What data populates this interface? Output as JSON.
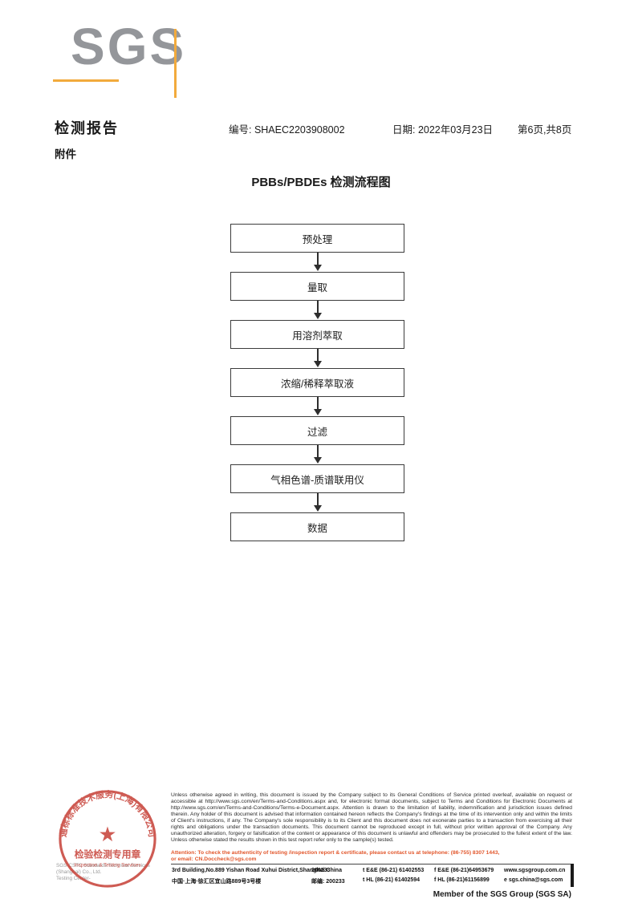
{
  "header": {
    "logo": "SGS",
    "title": "检测报告",
    "report_no": "编号: SHAEC2203908002",
    "date": "日期: 2022年03月23日",
    "pagination": "第6页,共8页",
    "attachment": "附件"
  },
  "flowchart": {
    "title": "PBBs/PBDEs 检测流程图",
    "steps": [
      "预处理",
      "量取",
      "用溶剂萃取",
      "浓缩/稀释萃取液",
      "过滤",
      "气相色谱-质谱联用仪",
      "数据"
    ]
  },
  "stamp": {
    "ring_text": "通标标准技术服务(上海)有限公司",
    "star": "★",
    "line1": "检验检测专用章",
    "line2": "Inspection & Testing Services"
  },
  "company_gray": {
    "line1": "SGS-CSTC Standards Technical Services (Shanghai) Co., Ltd.",
    "line2": "Testing Center-"
  },
  "footer": {
    "legal": "Unless otherwise agreed in writing, this document is issued by the Company subject to its General Conditions of Service printed overleaf, available on request or accessible at http://www.sgs.com/en/Terms-and-Conditions.aspx and, for electronic format documents, subject to Terms and Conditions for Electronic Documents at http://www.sgs.com/en/Terms-and-Conditions/Terms-e-Document.aspx. Attention is drawn to the limitation of liability, indemnification and jurisdiction issues defined therein. Any holder of this document is advised that information contained hereon reflects the Company's findings at the time of its intervention only and within the limits of Client's instructions, if any. The Company's sole responsibility is to its Client and this document does not exonerate parties to a transaction from exercising all their rights and obligations under the transaction documents. This document cannot be reproduced except in full, without prior written approval of the Company. Any unauthorized alteration, forgery or falsification of the content or appearance of this document is unlawful and offenders may be prosecuted to the fullest extent of the law. Unless otherwise stated the results shown in this test report refer only to the sample(s) tested.",
    "attention_line1": "Attention: To check the authenticity of testing /inspection report & certificate, please contact us at telephone: (86-755) 8307 1443,",
    "attention_line2": "or email: CN.Doccheck@sgs.com",
    "address_en": "3rd Building,No.889 Yishan Road Xuhui District,Shanghai China",
    "postcode_en": "200233",
    "tel_en": "t E&E (86-21) 61402553",
    "fax_en": "f E&E (86-21)64953679",
    "web": "www.sgsgroup.com.cn",
    "address_cn": "中国·上海·徐汇区宜山路889号3号楼",
    "postcode_cn": "邮编: 200233",
    "tel_cn": "t HL (86-21) 61402594",
    "fax_cn": "f HL (86-21)61156899",
    "email": "e  sgs.china@sgs.com",
    "member": "Member of the SGS Group (SGS SA)"
  },
  "colors": {
    "sgs_orange": "#f2aa3c",
    "stamp_red": "#c8453c",
    "attention_orange": "#e2572c"
  }
}
